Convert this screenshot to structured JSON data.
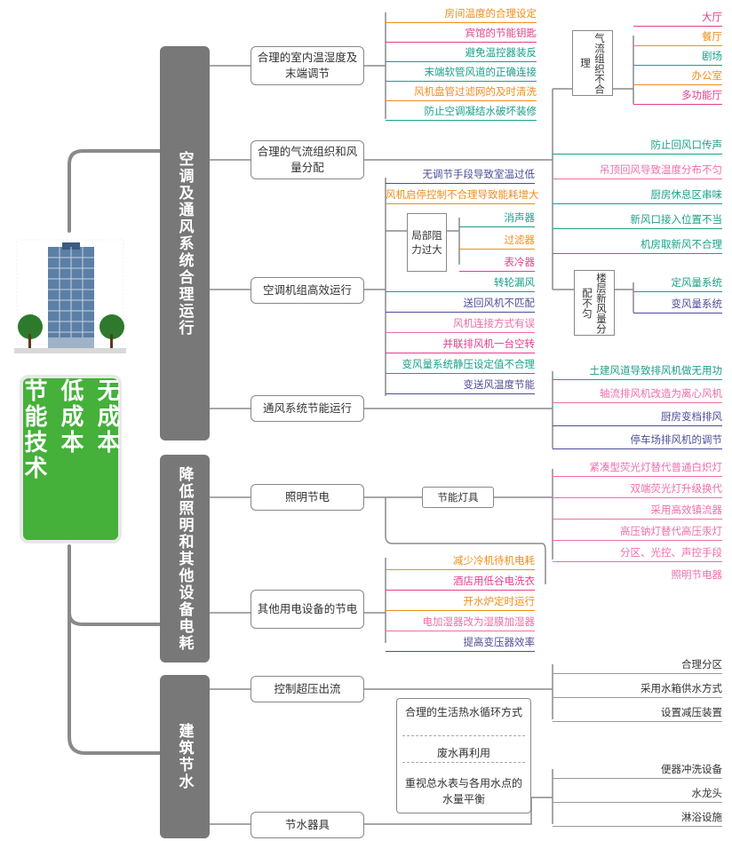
{
  "root": {
    "col1": "节能技术",
    "col2": "低成本",
    "col3": "无成本"
  },
  "categories": {
    "hvac": "空调及通风系统合理运行",
    "lighting": "降低照明和其他设备电耗",
    "water": "建筑节水"
  },
  "hvac": {
    "temp": {
      "label": "合理的室内温湿度及末端调节",
      "items": [
        "房间温度的合理设定",
        "宾馆的节能钥匙",
        "避免温控器装反",
        "末端软管风道的正确连接",
        "风机盘管过滤网的及时清洗",
        "防止空调凝结水破坏装修"
      ]
    },
    "air": {
      "label": "合理的气流组织和风量分配",
      "airflow_bad": "气流组织不合理",
      "rooms": [
        "大厅",
        "餐厅",
        "剧场",
        "办公室",
        "多功能厅"
      ],
      "items": [
        "防止回风口传声",
        "吊顶回风导致温度分布不匀",
        "厨房休息区串味",
        "新风口接入位置不当",
        "机房取新风不合理"
      ],
      "floor_uneven": "楼层新风量分配不匀",
      "floor_items": [
        "定风量系统",
        "变风量系统"
      ]
    },
    "ahu": {
      "label": "空调机组高效运行",
      "items_top": [
        "无调节手段导致室温过低",
        "风机启停控制不合理导致能耗增大"
      ],
      "resist": "局部阻力过大",
      "resist_items": [
        "消声器",
        "过滤器",
        "表冷器"
      ],
      "items_bottom": [
        "转轮漏风",
        "送回风机不匹配",
        "风机连接方式有误",
        "并联排风机一台空转",
        "变风量系统静压设定值不合理",
        "变送风温度节能"
      ]
    },
    "vent": {
      "label": "通风系统节能运行",
      "items": [
        "土建风道导致排风机做无用功",
        "轴流排风机改造为离心风机",
        "厨房变档排风",
        "停车场排风机的调节"
      ]
    }
  },
  "lighting": {
    "light": {
      "label": "照明节电",
      "lamp": "节能灯具",
      "items": [
        "紧凑型荧光灯替代普通白炽灯",
        "双端荧光灯升级换代",
        "采用高效镇流器",
        "高压钠灯替代高压汞灯",
        "分区、光控、声控手段",
        "照明节电器"
      ]
    },
    "other": {
      "label": "其他用电设备的节电",
      "items": [
        "减少冷机待机电耗",
        "酒店用低谷电洗衣",
        "开水炉定时运行",
        "电加湿器改为湿膜加湿器",
        "提高变压器效率"
      ]
    }
  },
  "water": {
    "pressure": {
      "label": "控制超压出流",
      "items": [
        "合理分区",
        "采用水箱供水方式",
        "设置减压装置"
      ]
    },
    "middle": [
      "合理的生活热水循环方式",
      "废水再利用",
      "重视总水表与各用水点的水量平衡"
    ],
    "fixtures": {
      "label": "节水器具",
      "items": [
        "便器冲洗设备",
        "水龙头",
        "淋浴设施"
      ]
    }
  }
}
